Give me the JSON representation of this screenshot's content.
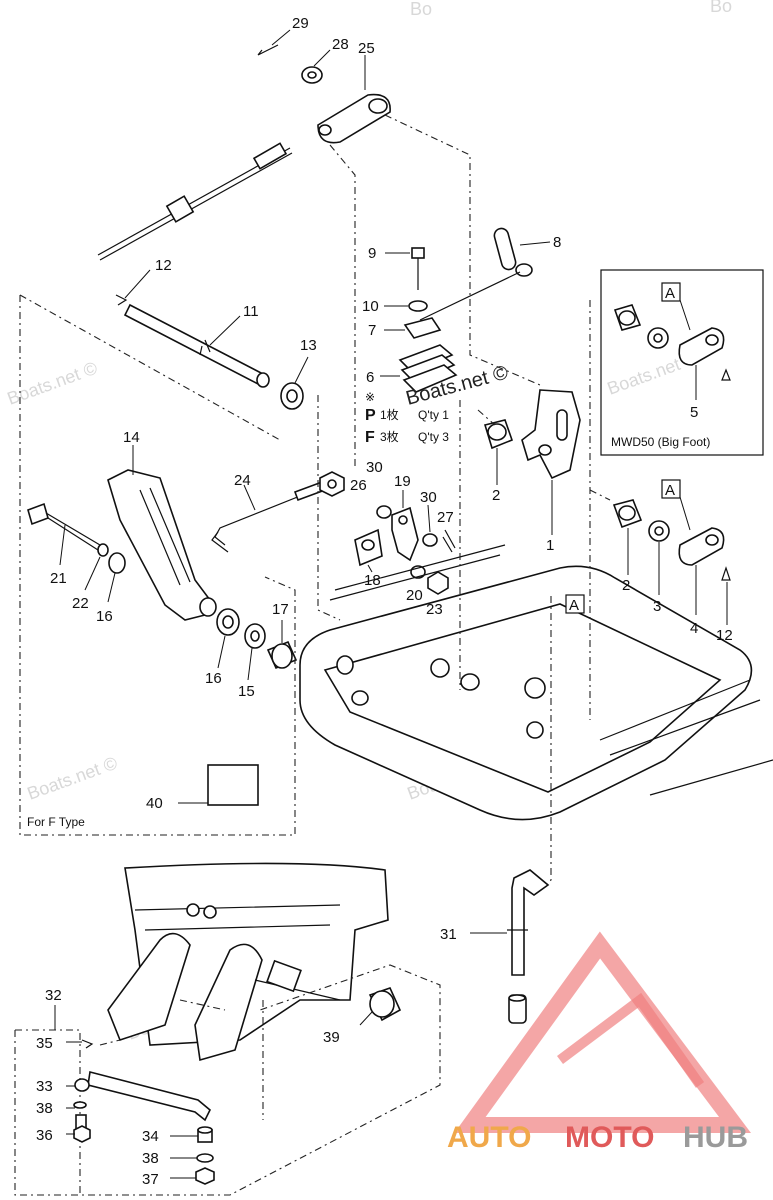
{
  "callouts": {
    "c29": "29",
    "c28": "28",
    "c25": "25",
    "c9": "9",
    "c8": "8",
    "c12a": "12",
    "c10": "10",
    "c7": "7",
    "c11": "11",
    "c13": "13",
    "c6": "6",
    "c14": "14",
    "c2a": "2",
    "c1": "1",
    "c5": "5",
    "c24": "24",
    "c30a": "30",
    "c26": "26",
    "c19": "19",
    "c30b": "30",
    "c27": "27",
    "c21": "21",
    "c22": "22",
    "c16a": "16",
    "c18": "18",
    "c20": "20",
    "c23": "23",
    "c17": "17",
    "c16b": "16",
    "c15": "15",
    "c2b": "2",
    "c3": "3",
    "c4": "4",
    "c12b": "12",
    "c40": "40",
    "c31": "31",
    "c32": "32",
    "c35": "35",
    "c39": "39",
    "c33": "33",
    "c38a": "38",
    "c36": "36",
    "c34": "34",
    "c38b": "38",
    "c37": "37"
  },
  "notes": {
    "box_letter_1": "A",
    "box_letter_2": "A",
    "box_letter_3": "A",
    "mwd_caption": "MWD50 (Big Foot)",
    "for_f_type": "For F Type",
    "qty_mark": "※",
    "qty_p_prefix": "P",
    "qty_p_kanji": "1枚",
    "qty_p_text": "Q'ty 1",
    "qty_f_prefix": "F",
    "qty_f_kanji": "3枚",
    "qty_f_text": "Q'ty 3"
  },
  "watermarks": {
    "w1": "Boats.net ©",
    "w2": "Boats.net ©",
    "w3": "Boats.net ©",
    "w4": "Boats.net ©",
    "w5": "Boats.net ©",
    "center": "Boats.net ©",
    "corner_a": "Bo",
    "corner_b": "Bo"
  },
  "logo": {
    "part1": "AUTO",
    "part2": "MOTO",
    "part3": "HUB",
    "colors": {
      "auto": "#f0a84a",
      "moto": "#e05a5a",
      "hub": "#9a9a9a",
      "mark": "#f08080"
    }
  }
}
